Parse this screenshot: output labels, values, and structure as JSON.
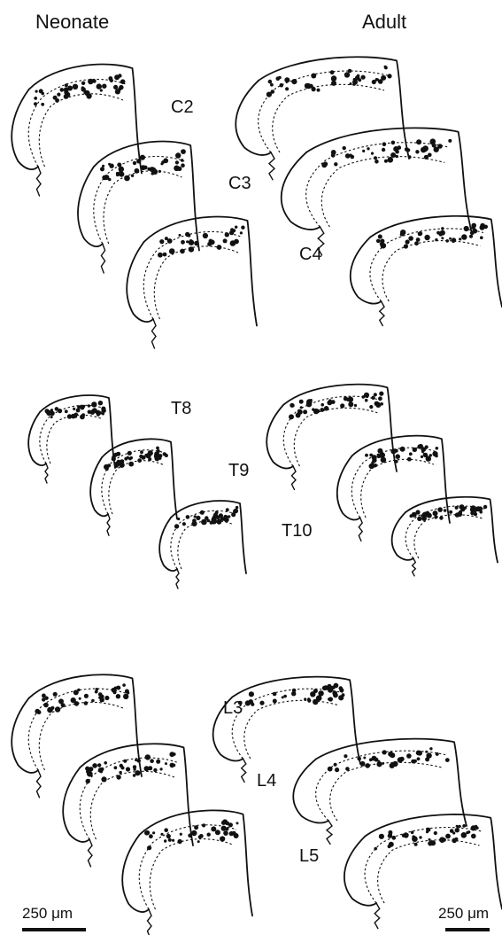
{
  "headers": {
    "neonate": "Neonate",
    "adult": "Adult"
  },
  "groups": [
    {
      "segments": [
        "C2",
        "C3",
        "C4"
      ]
    },
    {
      "segments": [
        "T8",
        "T9",
        "T10"
      ]
    },
    {
      "segments": [
        "L3",
        "L4",
        "L5"
      ]
    }
  ],
  "scale_bars": {
    "left_label": "250 μm",
    "right_label": "250 μm"
  }
}
